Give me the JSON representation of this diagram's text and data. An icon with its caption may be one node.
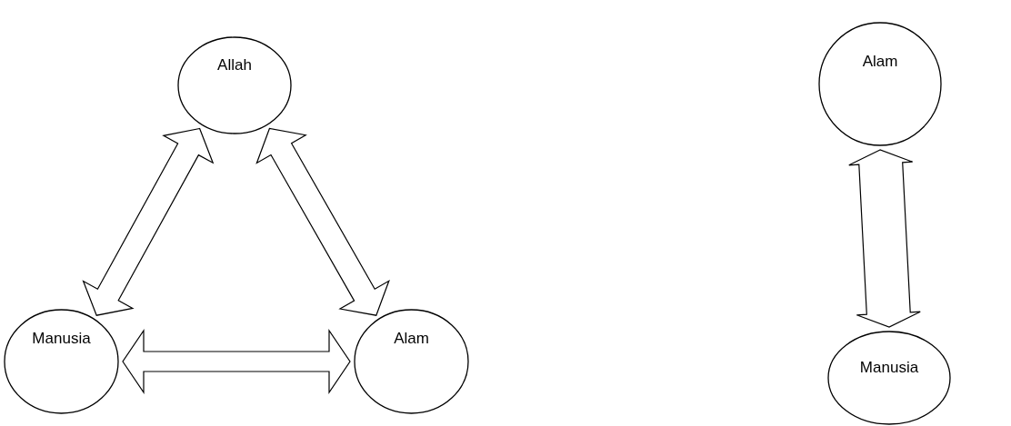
{
  "diagram": {
    "nodes": [
      {
        "text": [
          "Allah"
        ]
      },
      {
        "text": [
          "Manusia"
        ]
      },
      {
        "text": [
          "Alam"
        ]
      },
      {
        "text": [
          "Alam"
        ]
      },
      {
        "text": [
          "Manusia"
        ]
      }
    ],
    "edges": [
      {
        "from": 0,
        "to": 1,
        "arrow": "both"
      },
      {
        "from": 0,
        "to": 2,
        "arrow": "both"
      },
      {
        "from": 1,
        "to": 2,
        "arrow": "both"
      },
      {
        "from": 3,
        "to": 4,
        "arrow": "both"
      }
    ]
  }
}
